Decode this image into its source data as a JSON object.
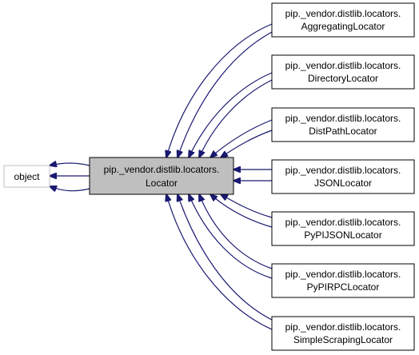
{
  "colors": {
    "edge": "#191970",
    "node_fill": "#ffffff",
    "node_stroke": "#000000",
    "focus_fill": "#bfbfbf",
    "object_stroke": "#bfbfbf"
  },
  "nodes": {
    "object": {
      "lines": [
        "object"
      ]
    },
    "locator": {
      "lines": [
        "pip._vendor.distlib.locators.",
        "Locator"
      ]
    },
    "aggregating": {
      "lines": [
        "pip._vendor.distlib.locators.",
        "AggregatingLocator"
      ]
    },
    "directory": {
      "lines": [
        "pip._vendor.distlib.locators.",
        "DirectoryLocator"
      ]
    },
    "distpath": {
      "lines": [
        "pip._vendor.distlib.locators.",
        "DistPathLocator"
      ]
    },
    "json": {
      "lines": [
        "pip._vendor.distlib.locators.",
        "JSONLocator"
      ]
    },
    "pypijson": {
      "lines": [
        "pip._vendor.distlib.locators.",
        "PyPIJSONLocator"
      ]
    },
    "pypirpc": {
      "lines": [
        "pip._vendor.distlib.locators.",
        "PyPIRPCLocator"
      ]
    },
    "simplescraping": {
      "lines": [
        "pip._vendor.distlib.locators.",
        "SimpleScrapingLocator"
      ]
    }
  }
}
